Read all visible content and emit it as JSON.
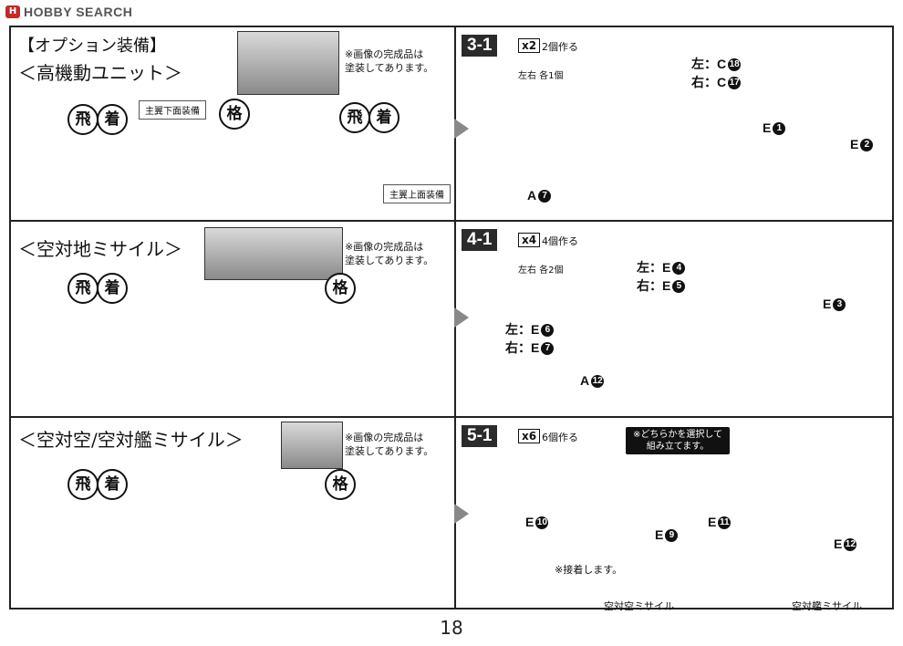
{
  "header": {
    "logo": "H",
    "brand": "HOBBY SEARCH"
  },
  "page_number": "18",
  "left_panels": [
    {
      "category": "【オプション装備】",
      "title": "＜高機動ユニット＞",
      "note": [
        "※画像の完成品は",
        "塗装してあります。"
      ],
      "badges": [
        "飛",
        "着",
        "格",
        "飛",
        "着"
      ],
      "subnotes": [
        "主翼下面装備",
        "主翼上面装備"
      ]
    },
    {
      "title": "＜空対地ミサイル＞",
      "note": [
        "※画像の完成品は",
        "塗装してあります。"
      ],
      "badges": [
        "飛",
        "着",
        "格"
      ]
    },
    {
      "title": "＜空対空/空対艦ミサイル＞",
      "note": [
        "※画像の完成品は",
        "塗装してあります。"
      ],
      "badges": [
        "飛",
        "着",
        "格"
      ]
    }
  ],
  "steps": [
    {
      "id": "3-1",
      "mult": "x2",
      "mult_text": "2個作る",
      "sub": "左右 各1個",
      "labels": {
        "left": "左：C",
        "left_num": "18",
        "right": "右：C",
        "right_num": "17",
        "e1": "E",
        "e1_num": "1",
        "e2": "E",
        "e2_num": "2",
        "a": "A",
        "a_num": "7"
      }
    },
    {
      "id": "4-1",
      "mult": "x4",
      "mult_text": "4個作る",
      "sub": "左右 各2個",
      "labels": {
        "left_top": "左：E",
        "left_top_num": "4",
        "right_top": "右：E",
        "right_top_num": "5",
        "left_bot": "左：E",
        "left_bot_num": "6",
        "right_bot": "右：E",
        "right_bot_num": "7",
        "e3": "E",
        "e3_num": "3",
        "a": "A",
        "a_num": "12"
      }
    },
    {
      "id": "5-1",
      "mult": "x6",
      "mult_text": "6個作る",
      "choose": [
        "※どちらかを選択して",
        "組み立てます。"
      ],
      "labels": {
        "e10": "E",
        "e10_num": "10",
        "e9": "E",
        "e9_num": "9",
        "e11": "E",
        "e11_num": "11",
        "e12": "E",
        "e12_num": "12",
        "glue": "※接着します。",
        "missile_a": "空対空ミサイル",
        "missile_b": "空対艦ミサイル"
      }
    }
  ]
}
